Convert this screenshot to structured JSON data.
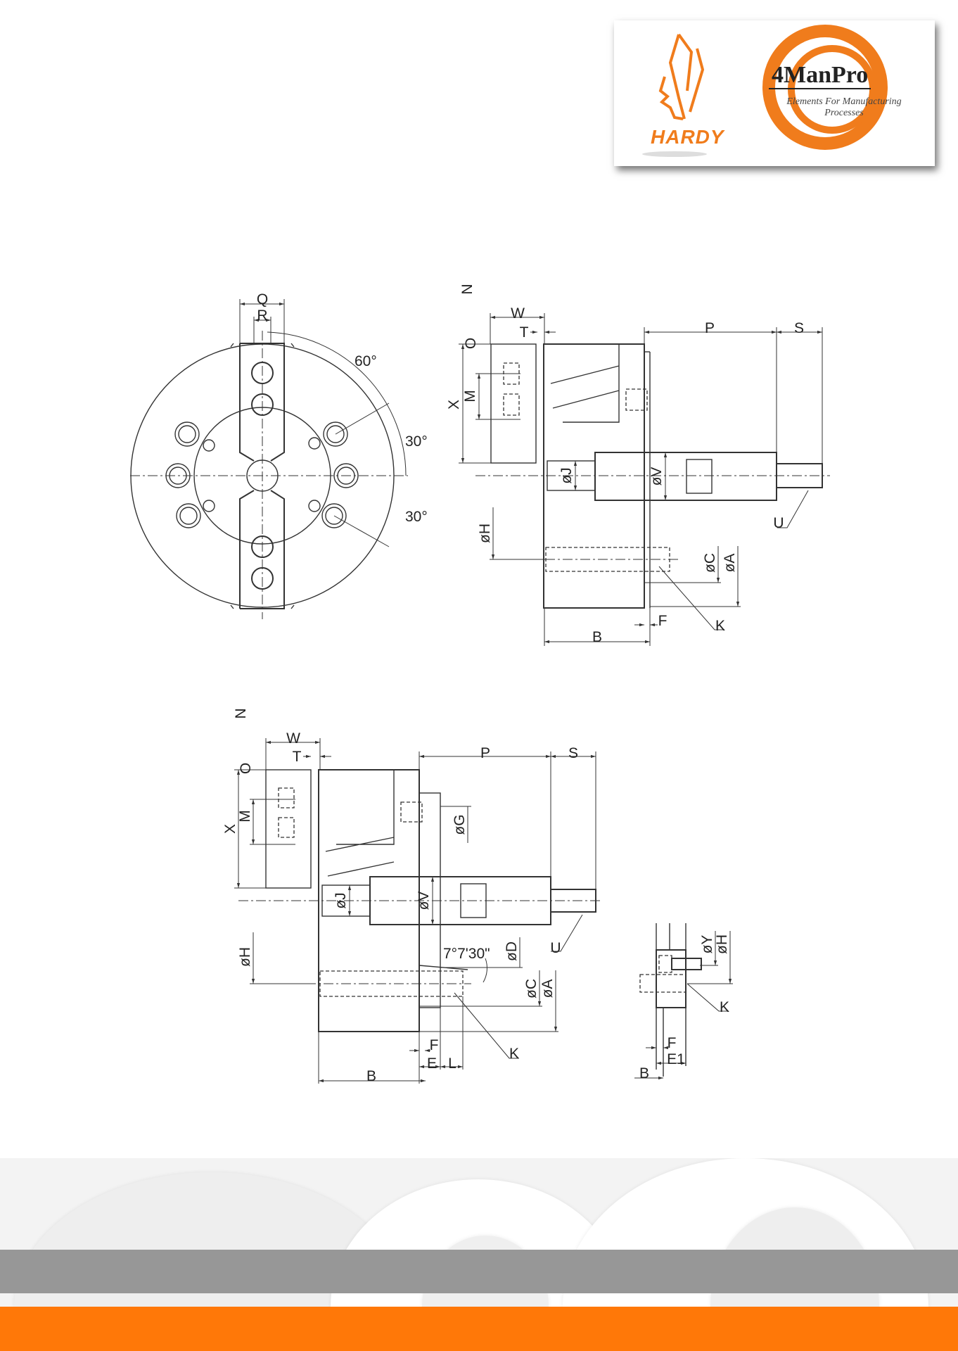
{
  "logos": {
    "hardy": "HARDY",
    "fourmanpro": "4ManPro",
    "tagline": "Elements For Manufacturing Processes"
  },
  "front_view": {
    "q": "Q",
    "r": "R",
    "angle_60": "60°",
    "angle_30_top": "30°",
    "angle_30_bottom": "30°"
  },
  "side_view_1": {
    "n": "N",
    "w": "W",
    "t": "T",
    "o": "O",
    "m": "M",
    "x": "X",
    "p": "P",
    "s": "S",
    "j": "øJ",
    "v": "øV",
    "u": "U",
    "h": "øH",
    "c": "øC",
    "a": "øA",
    "f": "F",
    "k": "K",
    "b": "B"
  },
  "side_view_2": {
    "n": "N",
    "w": "W",
    "t": "T",
    "o": "O",
    "m": "M",
    "x": "X",
    "p": "P",
    "s": "S",
    "g": "øG",
    "j": "øJ",
    "v": "øV",
    "u": "U",
    "h": "øH",
    "angle": "7°7'30\"",
    "d": "øD",
    "c": "øC",
    "a": "øA",
    "f": "F",
    "e": "E",
    "l": "L",
    "k": "K",
    "b": "B"
  },
  "detail_view": {
    "y": "øY",
    "h": "øH",
    "k": "K",
    "f": "F",
    "e1": "E1",
    "b": "B"
  },
  "colors": {
    "orange": "#ff7808",
    "gray_band": "#979797",
    "logo_orange": "#f07c1c"
  }
}
